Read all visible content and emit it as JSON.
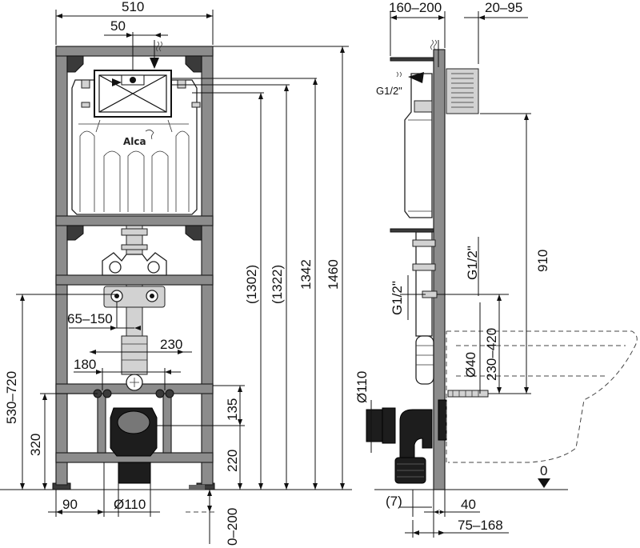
{
  "brand": "Alca",
  "front_view": {
    "dimensions": {
      "frame_width": "510",
      "offset_top": "50",
      "h_1302": "(1302)",
      "h_1322": "(1322)",
      "h_1342": "1342",
      "h_1460": "1460",
      "h_530_720": "530–720",
      "h_320": "320",
      "w_65_150": "65–150",
      "w_230": "230",
      "w_180": "180",
      "h_135": "135",
      "h_220": "220",
      "w_90": "90",
      "d_110": "Ø110",
      "h_0_200": "0–200"
    }
  },
  "side_view": {
    "dimensions": {
      "d_160_200": "160–200",
      "d_20_95": "20–95",
      "thread_top": "G1/2\"",
      "h_910": "910",
      "thread_right": "G1/2\"",
      "thread_left": "G1/2\"",
      "h_230_420": "230–420",
      "d_40": "Ø40",
      "d_110": "Ø110",
      "d_7": "(7)",
      "d_40_bottom": "40",
      "d_75_168": "75–168",
      "floor_level": "0"
    }
  }
}
